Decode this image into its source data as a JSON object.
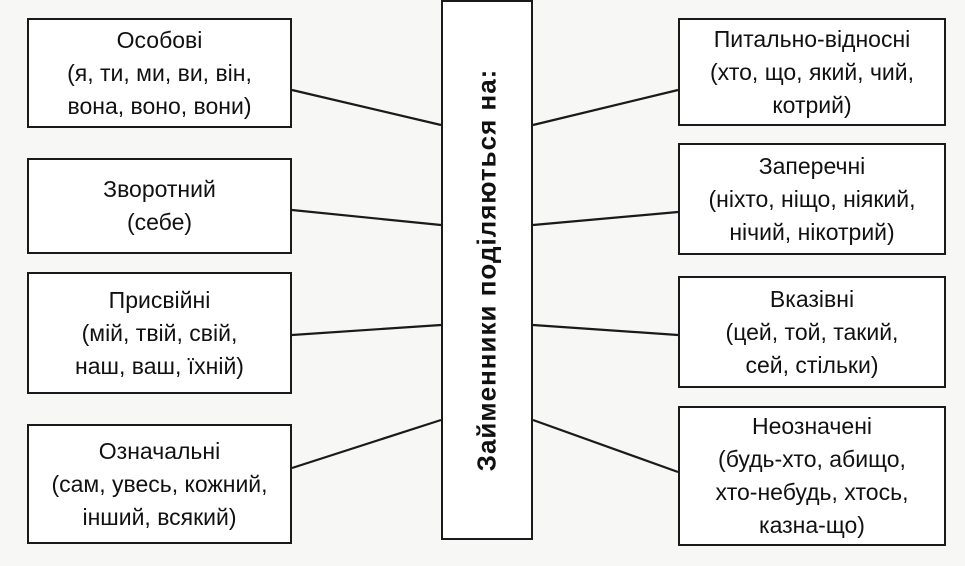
{
  "center": {
    "label": "Займенники поділяються на:"
  },
  "left_boxes": [
    {
      "title": "Особові",
      "items": "(я, ти, ми, ви, він,\nвона, воно, вони)"
    },
    {
      "title": "Зворотний",
      "items": "(себе)"
    },
    {
      "title": "Присвійні",
      "items": "(мій, твій, свій,\nнаш, ваш, їхній)"
    },
    {
      "title": "Означальні",
      "items": "(сам, увесь, кожний,\nінший, всякий)"
    }
  ],
  "right_boxes": [
    {
      "title": "Питально-відносні",
      "items": "(хто, що, який, чий,\nкотрий)"
    },
    {
      "title": "Заперечні",
      "items": "(ніхто, ніщо, ніякий,\nнічий, нікотрий)"
    },
    {
      "title": "Вказівні",
      "items": "(цей, той, такий,\nсей, стільки)"
    },
    {
      "title": "Неозначені",
      "items": "(будь-хто, абищо,\nхто-небудь, хтось,\nказна-що)"
    }
  ]
}
